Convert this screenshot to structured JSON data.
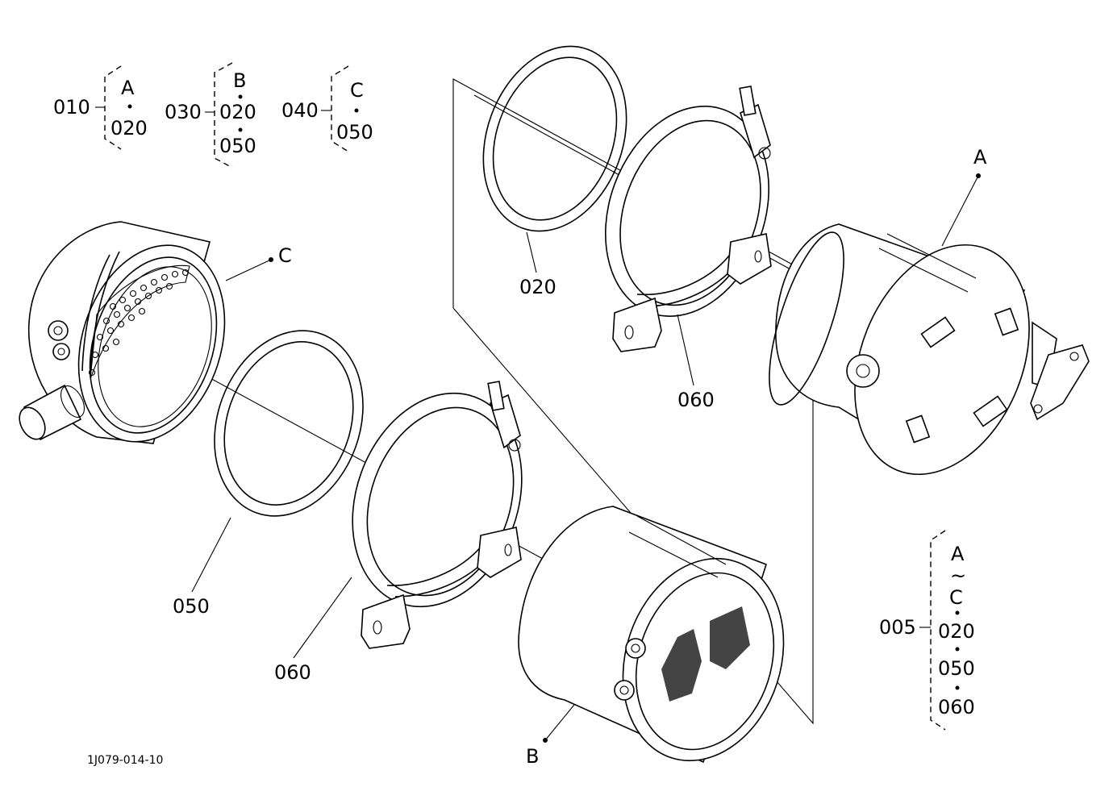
{
  "legend": {
    "g010": {
      "part": "010",
      "items": [
        "A",
        "020"
      ]
    },
    "g030": {
      "part": "030",
      "items": [
        "B",
        "020",
        "050"
      ]
    },
    "g040": {
      "part": "040",
      "items": [
        "C",
        "050"
      ]
    },
    "g005": {
      "part": "005",
      "items": [
        "A",
        "~",
        "C",
        "020",
        "050",
        "060"
      ]
    }
  },
  "callouts": {
    "a": "A",
    "b": "B",
    "c": "C",
    "gasket_top": "020",
    "clamp_top": "060",
    "gasket_left": "050",
    "clamp_bottom": "060"
  },
  "drawing_id": "1J079-014-10"
}
